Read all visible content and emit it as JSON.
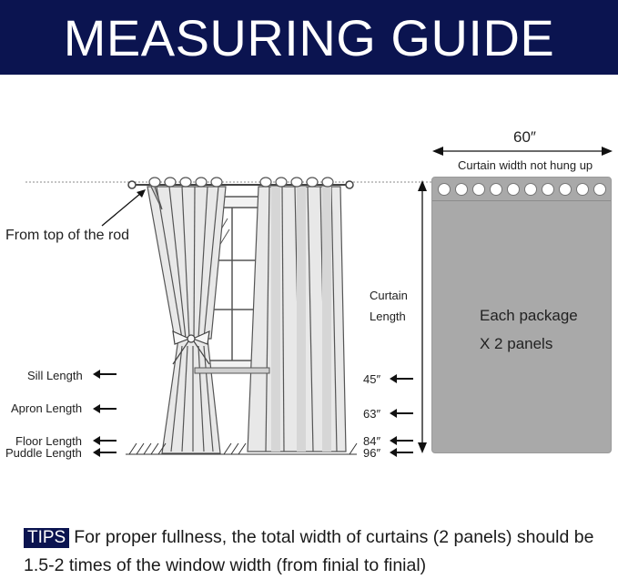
{
  "header": {
    "title": "MEASURING GUIDE"
  },
  "rod_label": "From top of the rod",
  "left_lengths": [
    {
      "label": "Sill Length"
    },
    {
      "label": "Apron Length"
    },
    {
      "label": "Floor Length"
    },
    {
      "label": "Puddle Length"
    }
  ],
  "curtain_length_label": {
    "line1": "Curtain",
    "line2": "Length"
  },
  "inch_marks": [
    "45″",
    "63″",
    "84″",
    "96″"
  ],
  "width": {
    "value": "60″",
    "note": "Curtain width not hung up"
  },
  "package": {
    "line1": "Each package",
    "line2": "X 2 panels"
  },
  "tips": {
    "badge": "TIPS",
    "text": "For proper fullness, the total width of curtains (2 panels) should be 1.5-2 times of the window width (from finial to finial)"
  },
  "colors": {
    "banner": "#0b1450",
    "panel": "#a9a9a9"
  },
  "icons": [
    "grommet-icon",
    "tieback-bow-icon",
    "arrow-icon"
  ]
}
